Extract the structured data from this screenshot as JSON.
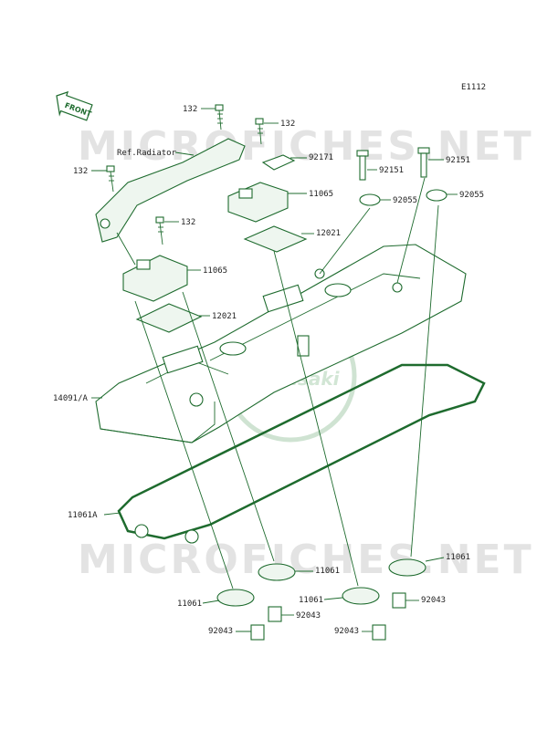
{
  "diagram_code": "E1112",
  "front_label": "FRONT",
  "ref_label": "Ref.Radiator",
  "watermark": "MICROFICHES.NET",
  "brand": "Kawasaki",
  "callouts": [
    {
      "text": "132"
    },
    {
      "text": "132"
    },
    {
      "text": "132"
    },
    {
      "text": "132"
    },
    {
      "text": "92171"
    },
    {
      "text": "92151"
    },
    {
      "text": "92151"
    },
    {
      "text": "11065"
    },
    {
      "text": "11065"
    },
    {
      "text": "92055"
    },
    {
      "text": "92055"
    },
    {
      "text": "12021"
    },
    {
      "text": "12021"
    },
    {
      "text": "14091/A"
    },
    {
      "text": "11061A"
    },
    {
      "text": "11061"
    },
    {
      "text": "11061"
    },
    {
      "text": "11061"
    },
    {
      "text": "11061"
    },
    {
      "text": "92043"
    },
    {
      "text": "92043"
    },
    {
      "text": "92043"
    },
    {
      "text": "92043"
    }
  ],
  "colors": {
    "line": "#1e6b2e",
    "watermark": "#e3e3e3"
  }
}
